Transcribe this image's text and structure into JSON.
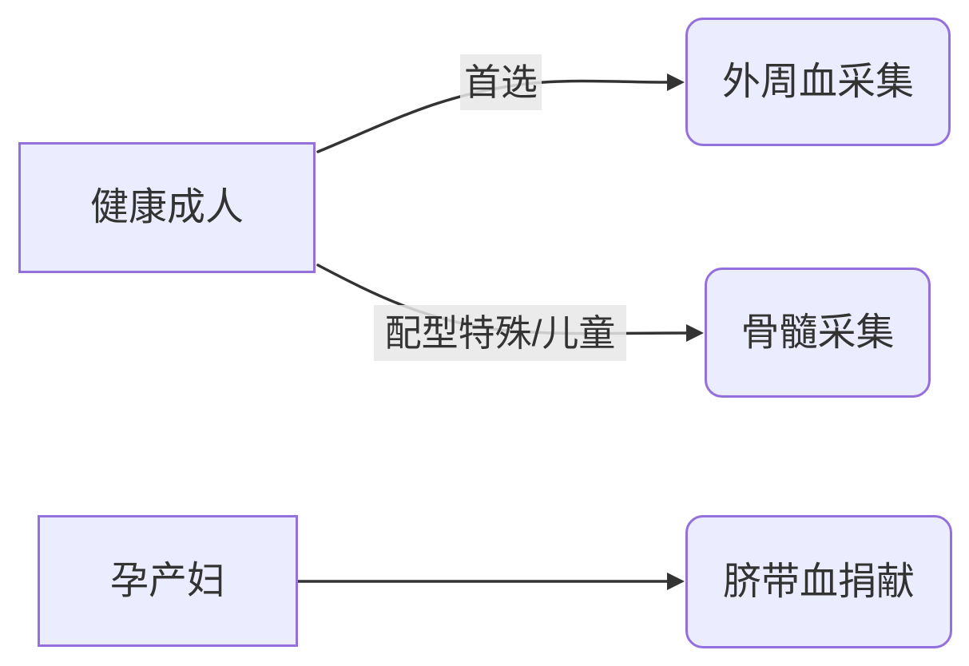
{
  "diagram": {
    "type": "flowchart",
    "direction": "left-to-right",
    "nodes": [
      {
        "id": "healthy-adult",
        "label": "健康成人",
        "shape": "rectangle"
      },
      {
        "id": "peripheral-blood",
        "label": "外周血采集",
        "shape": "rounded"
      },
      {
        "id": "bone-marrow",
        "label": "骨髓采集",
        "shape": "rounded"
      },
      {
        "id": "pregnant-woman",
        "label": "孕产妇",
        "shape": "rectangle"
      },
      {
        "id": "cord-blood",
        "label": "脐带血捐献",
        "shape": "rounded"
      }
    ],
    "edges": [
      {
        "from": "健康成人",
        "to": "外周血采集",
        "label": "首选"
      },
      {
        "from": "健康成人",
        "to": "骨髓采集",
        "label": "配型特殊/儿童"
      },
      {
        "from": "孕产妇",
        "to": "脐带血捐献",
        "label": ""
      }
    ],
    "colors": {
      "node_fill": "#ECECFF",
      "node_border": "#9370DB",
      "edge_stroke": "#333333",
      "edge_label_bg": "#e8e8e8",
      "text": "#333333",
      "background": "#ffffff"
    }
  }
}
